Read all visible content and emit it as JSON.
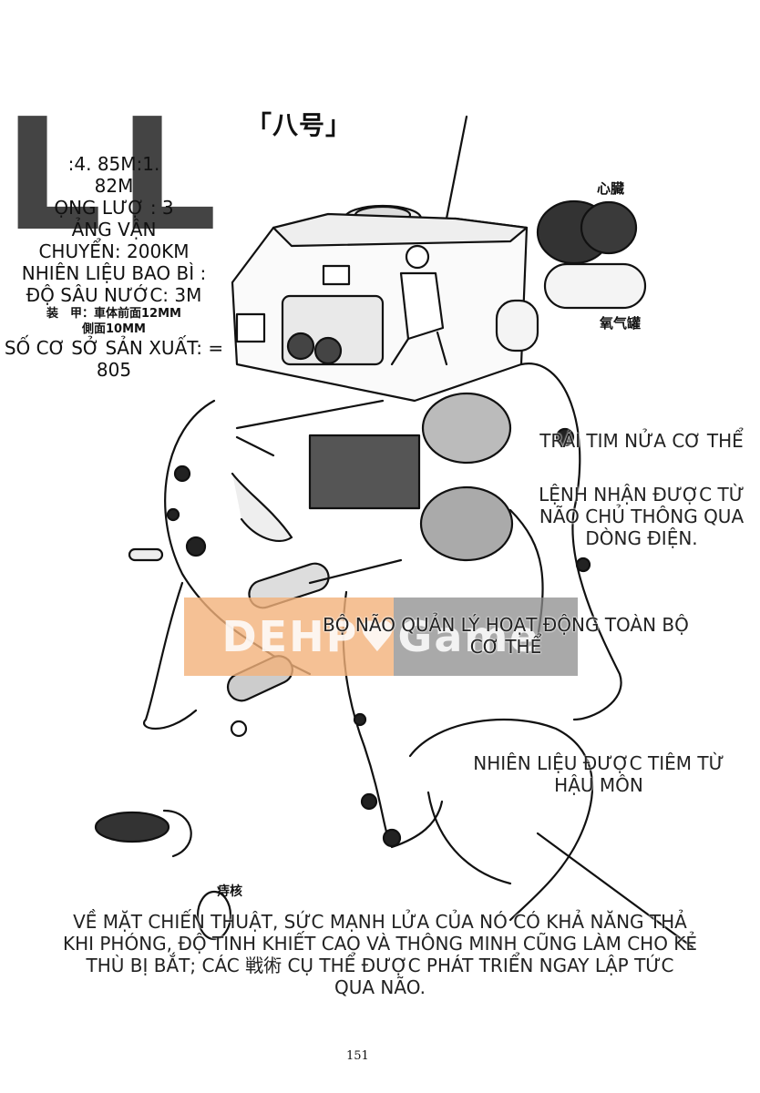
{
  "header": {
    "title": "「八号」",
    "big_letters": [
      "L",
      "L"
    ]
  },
  "stats": [
    ":4. 85M:1.",
    "82M",
    "ỌNG LƯỢ   : 3",
    "ẢNG VẬN",
    "CHUYỂN: 200KM",
    "NHIÊN LIỆU BAO BÌ :",
    "ĐỘ SÂU NƯỚC: 3M",
    "装　甲：車体前面12MM",
    "側面10MM",
    "SỐ CƠ SỞ SẢN XUẤT: =",
    "805"
  ],
  "labels": {
    "heart": "心臓",
    "oxygen_tank": "氧气罐",
    "hemorrhoid": "痔核"
  },
  "captions": {
    "half_heart": "TRÁI TIM NỬA CƠ THỂ",
    "command": [
      "LỆNH NHẬN ĐƯỢC TỪ",
      "NÃO CHỦ THÔNG QUA",
      "DÒNG ĐIỆN."
    ],
    "brain": [
      "BỘ NÃO QUẢN LÝ HOẠT ĐỘNG TOÀN BỘ",
      "CƠ THỂ"
    ],
    "fuel": [
      "NHIÊN LIỆU ĐƯỢC TIÊM TỪ",
      "HẬU MÔN"
    ],
    "tactics": [
      "VỀ MẶT CHIẾN THUẬT, SỨC MẠNH LỬA CỦA NÓ CÓ KHẢ NĂNG THẢ",
      "KHI PHÓNG, ĐỘ TINH KHIẾT CAO VÀ THÔNG MINH CŨNG LÀM CHO KẺ",
      "THÙ BỊ BẮT; CÁC 戦術 CỤ THỂ ĐƯỢC PHÁT TRIỂN NGAY LẬP TỨC",
      "QUA NÃO."
    ]
  },
  "watermark": {
    "text": "DEHP♥Game"
  },
  "page_number": "151"
}
